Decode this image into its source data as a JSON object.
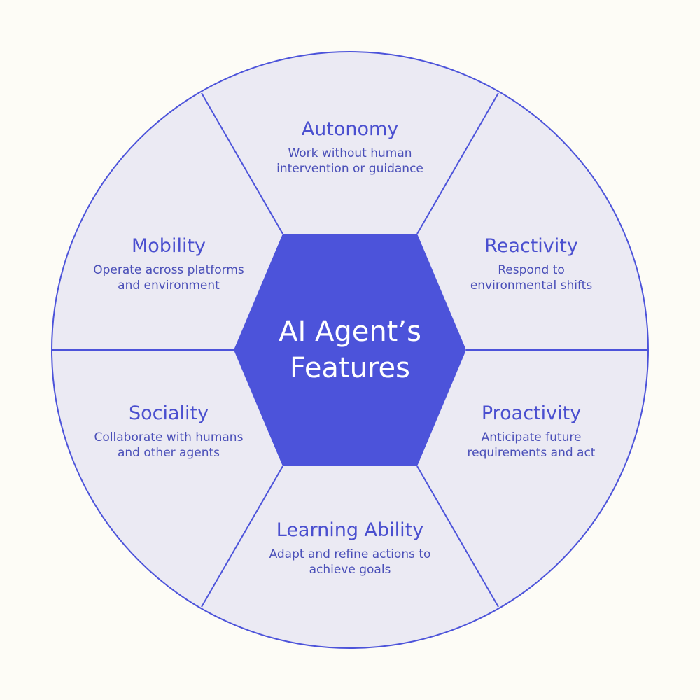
{
  "title": "AI Agent’s Features",
  "colors": {
    "background": "#fdfcf6",
    "segment_fill": "#ebeaf3",
    "accent": "#4c53da",
    "text": "#4a4fcf"
  },
  "features": [
    {
      "title": "Autonomy",
      "description": "Work without human intervention or guidance"
    },
    {
      "title": "Reactivity",
      "description": "Respond to environmental shifts"
    },
    {
      "title": "Proactivity",
      "description": "Anticipate future requirements and act"
    },
    {
      "title": "Learning Ability",
      "description": "Adapt and refine actions to achieve goals"
    },
    {
      "title": "Sociality",
      "description": "Collaborate with humans and other agents"
    },
    {
      "title": "Mobility",
      "description": "Operate across platforms and environment"
    }
  ]
}
